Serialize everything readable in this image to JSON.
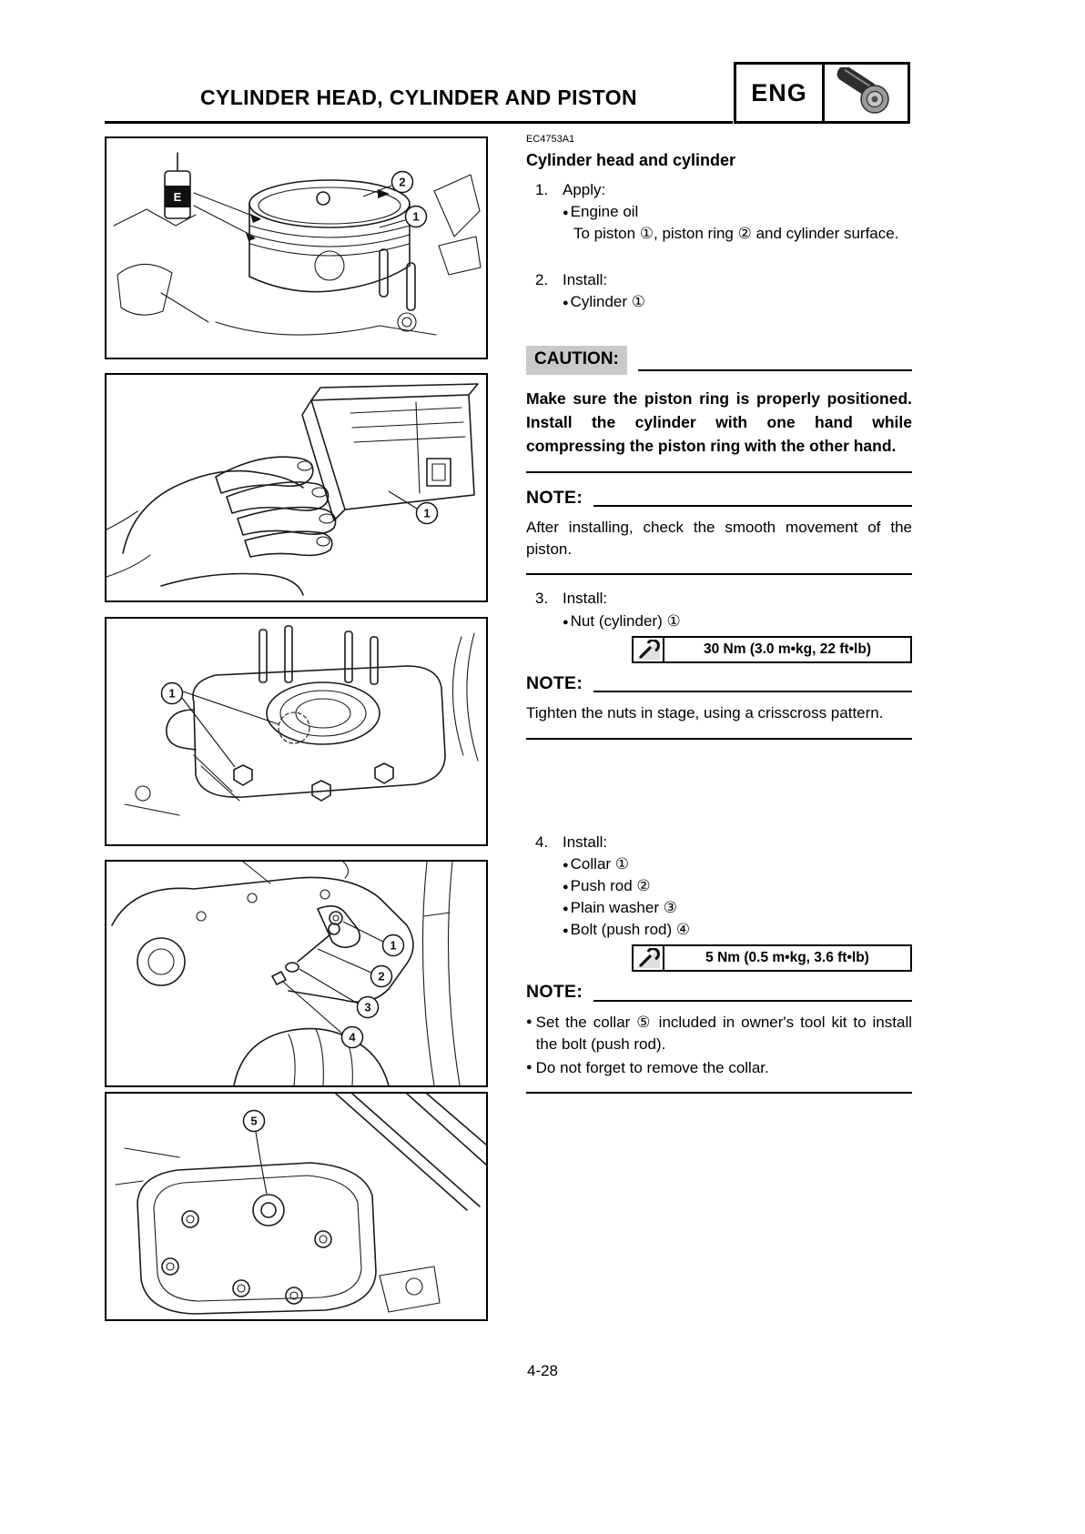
{
  "header": {
    "title": "CYLINDER HEAD, CYLINDER AND PISTON",
    "badge": "ENG"
  },
  "doc": {
    "code": "EC4753A1",
    "section_title": "Cylinder head and cylinder",
    "caution_label": "CAUTION:",
    "caution_text": "Make sure the piston ring is properly positioned. Install the cylinder with one hand while compressing the piston ring with the other hand.",
    "note_label": "NOTE:",
    "note1_text": "After installing, check the smooth movement of the piston.",
    "note2_text": "Tighten the nuts in stage, using a crisscross pattern.",
    "note3_items": [
      "Set the collar ⑤ included in owner's tool kit to install the bolt (push rod).",
      "Do not forget to remove the collar."
    ],
    "steps": {
      "s1_num": "1.",
      "s1_label": "Apply:",
      "s1_bullet": "Engine oil",
      "s1_detail": "To piston ①, piston ring ② and cylinder surface.",
      "s2_num": "2.",
      "s2_label": "Install:",
      "s2_bullet": "Cylinder ①",
      "s3_num": "3.",
      "s3_label": "Install:",
      "s3_bullet": "Nut (cylinder) ①",
      "s3_torque": "30 Nm (3.0 m•kg, 22 ft•lb)",
      "s4_num": "4.",
      "s4_label": "Install:",
      "s4_bullets": [
        "Collar ①",
        "Push rod ②",
        "Plain washer ③",
        "Bolt (push rod) ④"
      ],
      "s4_torque": "5 Nm (0.5 m•kg, 3.6 ft•lb)"
    }
  },
  "figures": [
    {
      "name": "piston and engine oil applicator",
      "oil_label": "E",
      "callouts": [
        "2",
        "1"
      ]
    },
    {
      "name": "hand installing cylinder",
      "callouts": [
        "1"
      ]
    },
    {
      "name": "cylinder nuts tightening",
      "callouts": [
        "1"
      ]
    },
    {
      "name": "push rod parts installation",
      "callouts": [
        "1",
        "2",
        "3",
        "4"
      ]
    },
    {
      "name": "collar location on crankcase cover",
      "callouts": [
        "5"
      ]
    }
  ],
  "footer": {
    "page_number": "4-28"
  }
}
